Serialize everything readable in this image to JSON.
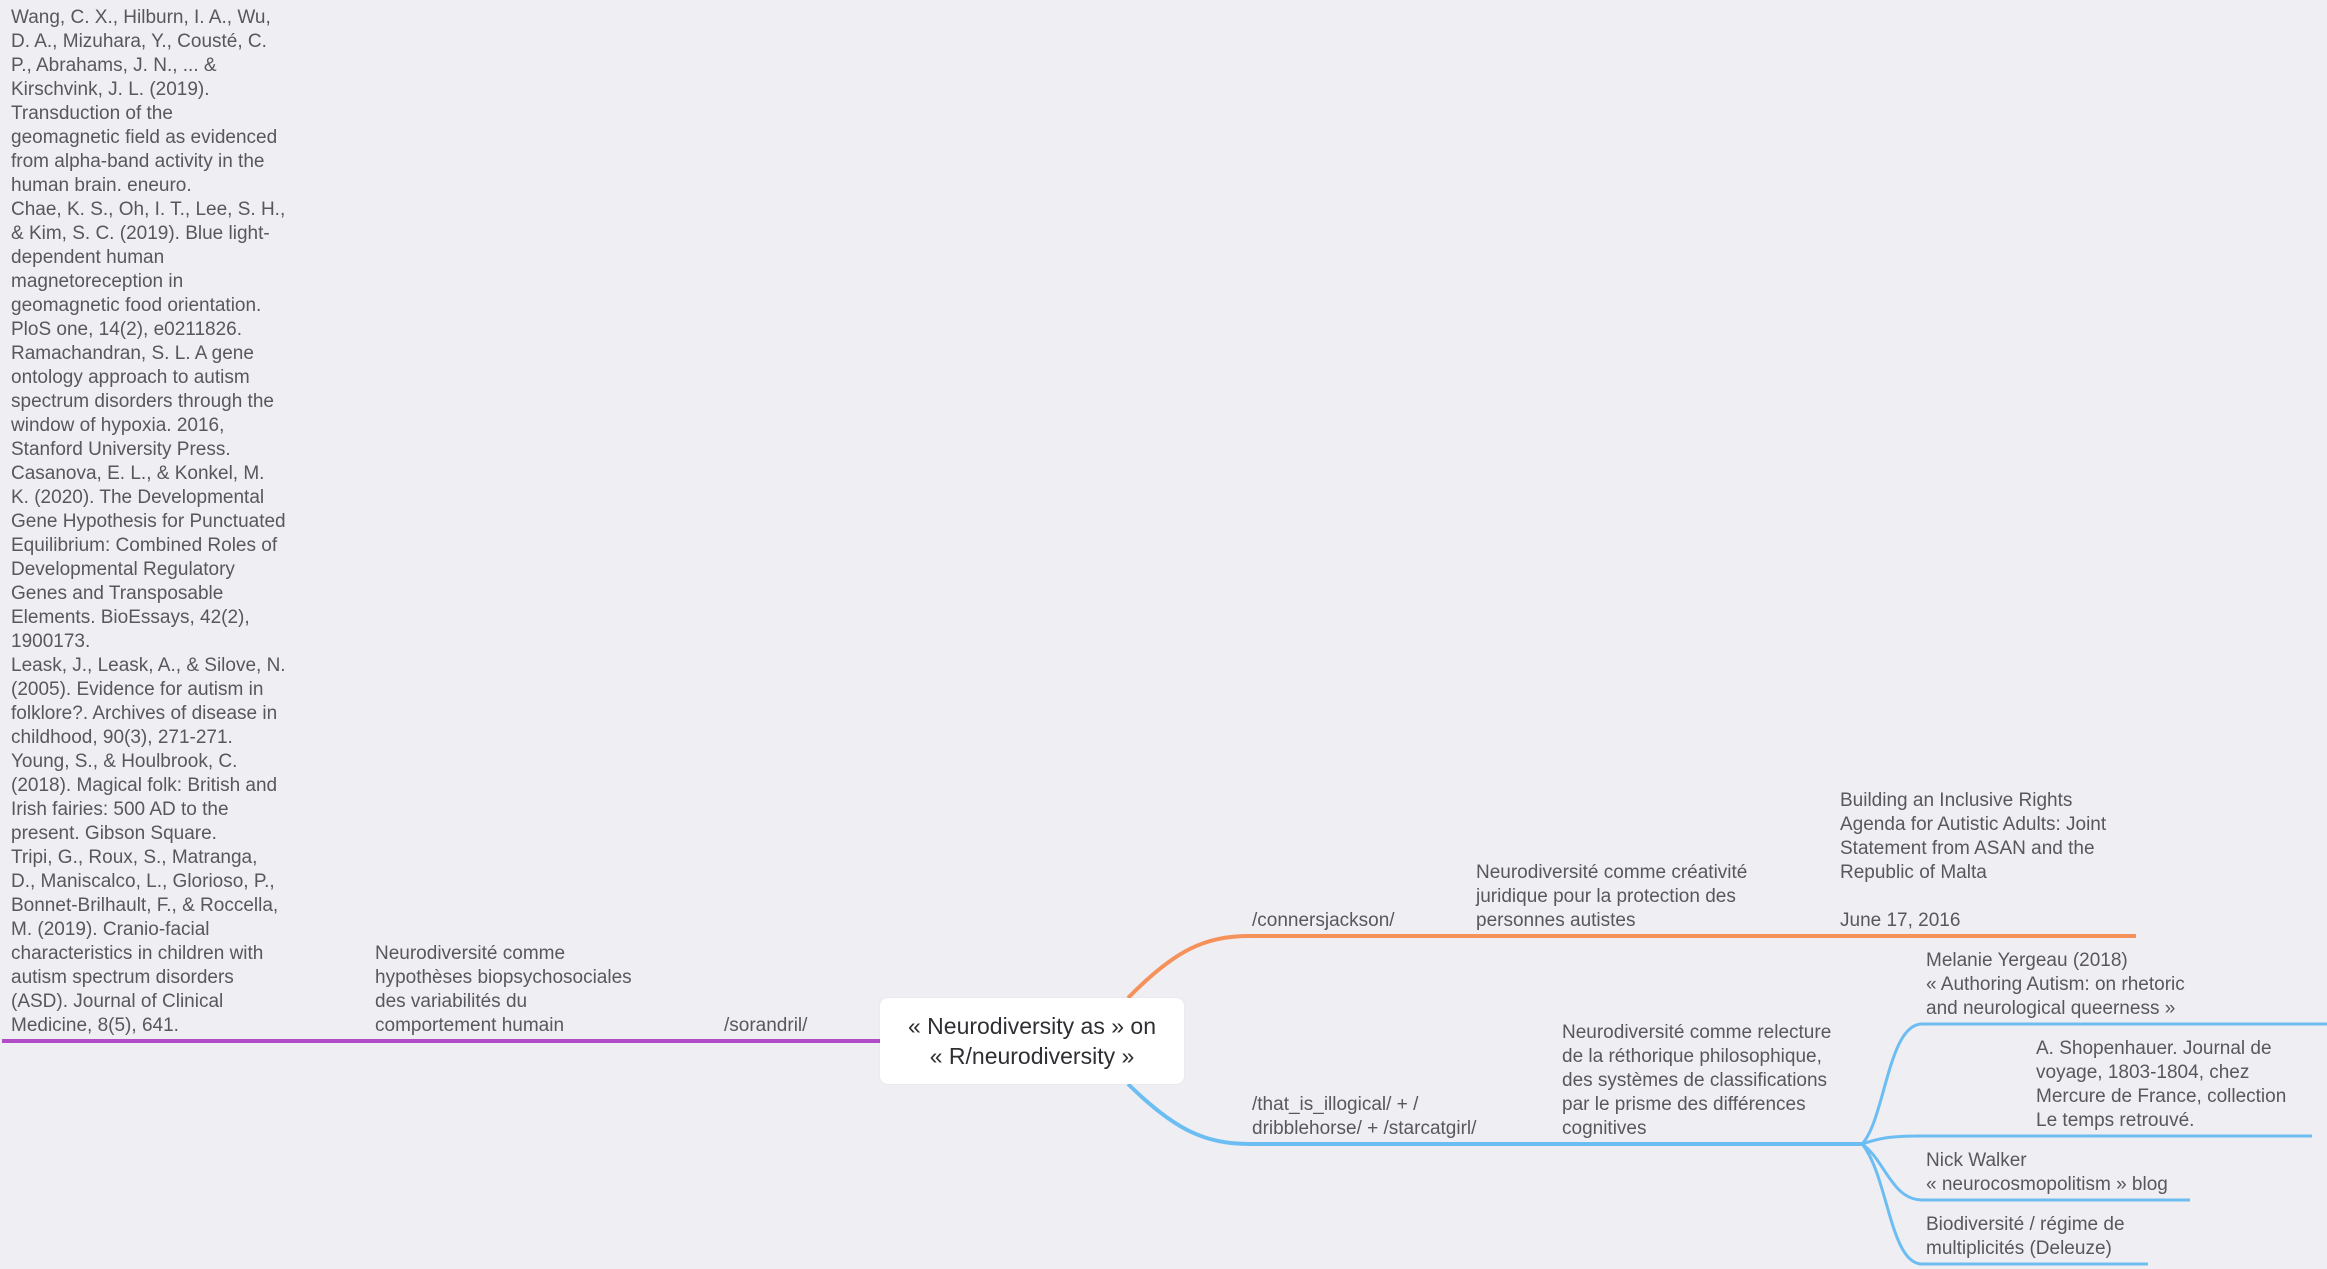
{
  "colors": {
    "background": "#efeef3",
    "branch_purple": "#b24bc6",
    "branch_orange": "#f5915a",
    "branch_blue": "#6cbef2",
    "text": "#58585c"
  },
  "mindmap": {
    "root": {
      "label": "« Neurodiversity as » on\n« R/neurodiversity »"
    },
    "left": {
      "user": "/sorandril/",
      "topic": "Neurodiversité comme\nhypothèses biopsychosociales\ndes variabilités du\ncomportement humain",
      "references": "Wang, C. X., Hilburn, I. A., Wu,\nD. A., Mizuhara, Y., Cousté, C.\nP., Abrahams, J. N., ... &\nKirschvink, J. L. (2019).\nTransduction of the\ngeomagnetic field as evidenced\nfrom alpha-band activity in the\nhuman brain. eneuro.\nChae, K. S., Oh, I. T., Lee, S. H.,\n& Kim, S. C. (2019). Blue light-\ndependent human\nmagnetoreception in\ngeomagnetic food orientation.\nPloS one, 14(2), e0211826.\nRamachandran, S. L. A gene\nontology approach to autism\nspectrum disorders through the\nwindow of hypoxia. 2016,\nStanford University Press.\nCasanova, E. L., & Konkel, M.\nK. (2020). The Developmental\nGene Hypothesis for Punctuated\nEquilibrium: Combined Roles of\nDevelopmental Regulatory\nGenes and Transposable\nElements. BioEssays, 42(2),\n1900173.\nLeask, J., Leask, A., & Silove, N.\n(2005). Evidence for autism in\nfolklore?. Archives of disease in\nchildhood, 90(3), 271-271.\nYoung, S., & Houlbrook, C.\n(2018). Magical folk: British and\nIrish fairies: 500 AD to the\npresent. Gibson Square.\nTripi, G., Roux, S., Matranga,\nD., Maniscalco, L., Glorioso, P.,\nBonnet-Brilhault, F., & Roccella,\nM. (2019). Cranio-facial\ncharacteristics in children with\nautism spectrum disorders\n(ASD). Journal of Clinical\nMedicine, 8(5), 641."
    },
    "orange": {
      "user": "/connersjackson/",
      "topic": "Neurodiversité comme créativité\njuridique pour la protection des\npersonnes autistes",
      "reference": "Building an Inclusive Rights\nAgenda for Autistic Adults: Joint\nStatement from ASAN and the\nRepublic of Malta\n\nJune 17, 2016"
    },
    "blue": {
      "users": "/that_is_illogical/ + /\ndribblehorse/ + /starcatgirl/",
      "topic": "Neurodiversité comme relecture\nde la réthorique philosophique,\ndes systèmes de classifications\npar le prisme des différences\ncognitives",
      "references": [
        "Melanie Yergeau (2018)\n« Authoring Autism: on rhetoric\nand neurological queerness »",
        "A. Shopenhauer. Journal de\nvoyage, 1803-1804, chez\nMercure de France, collection\nLe temps retrouvé.",
        "Nick Walker\n« neurocosmopolitism » blog",
        "Biodiversité / régime de\nmultiplicités (Deleuze)"
      ]
    }
  }
}
